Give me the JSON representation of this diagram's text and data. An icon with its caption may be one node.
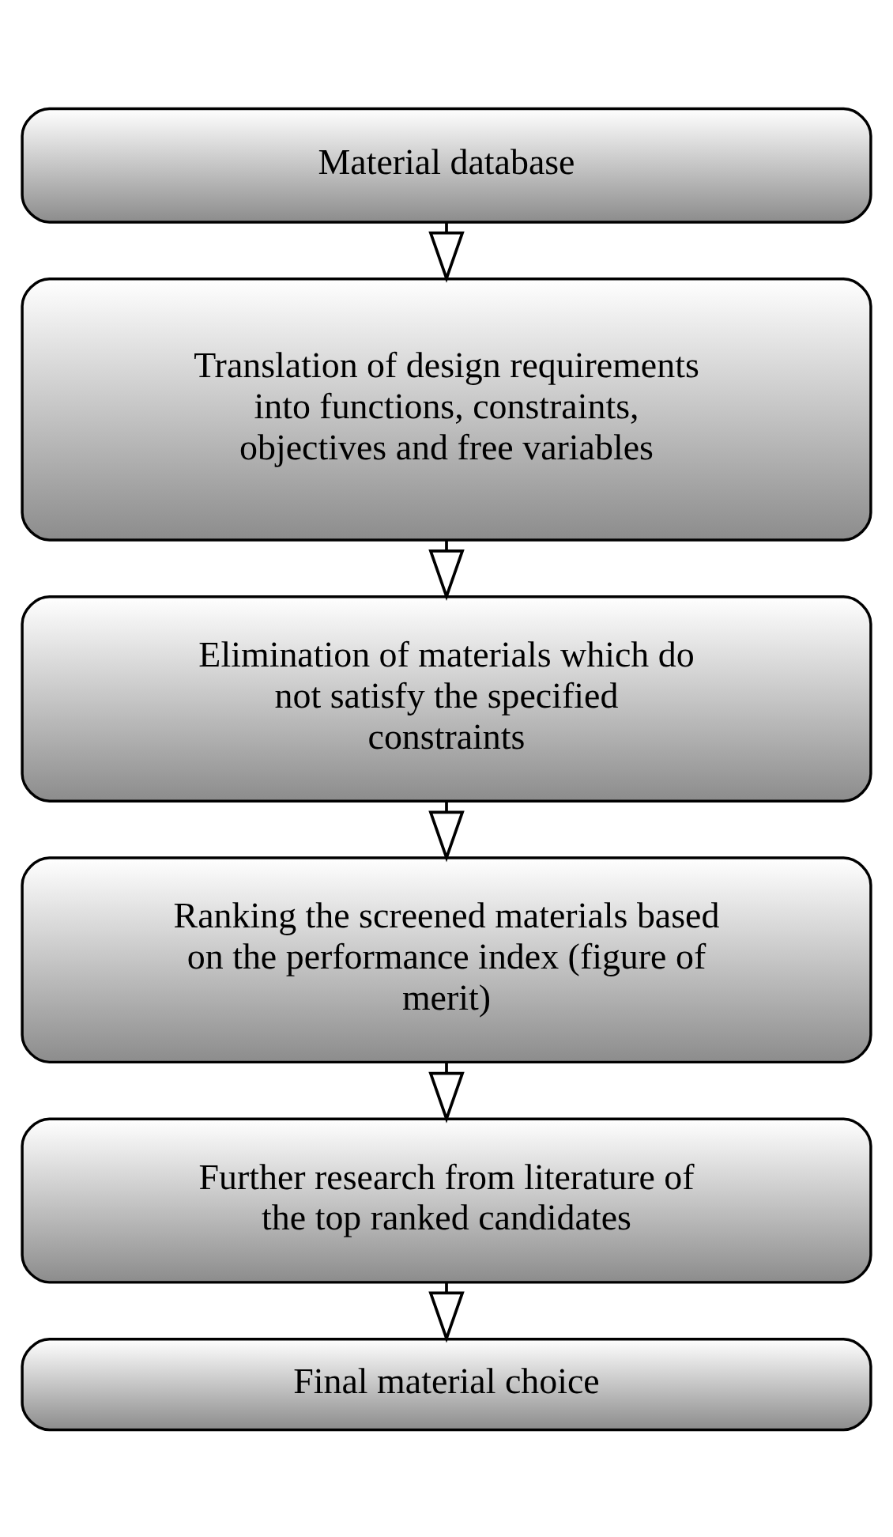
{
  "diagram": {
    "nodes": [
      {
        "text": [
          "Material database"
        ]
      },
      {
        "text": [
          "Translation of design requirements into functions, constraints, objectives and free variables"
        ]
      },
      {
        "text": [
          "Elimination of materials which do not satisfy the specified constraints"
        ]
      },
      {
        "text": [
          "Ranking the screened materials based on the performance index (figure of merit)"
        ]
      },
      {
        "text": [
          "Further research from literature of the top ranked candidates"
        ]
      },
      {
        "text": [
          "Final material choice"
        ]
      }
    ],
    "edges": [
      {
        "from": 0,
        "to": 1,
        "arrow": "to"
      },
      {
        "from": 1,
        "to": 2,
        "arrow": "to"
      },
      {
        "from": 2,
        "to": 3,
        "arrow": "to"
      },
      {
        "from": 3,
        "to": 4,
        "arrow": "to"
      },
      {
        "from": 4,
        "to": 5,
        "arrow": "to"
      }
    ]
  }
}
